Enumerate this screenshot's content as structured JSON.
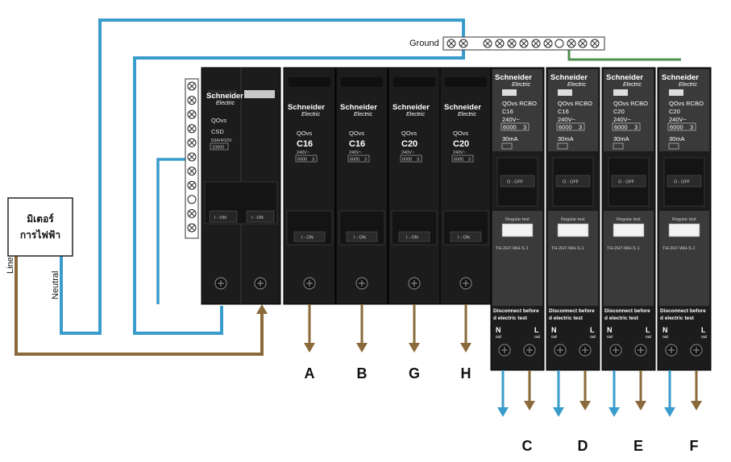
{
  "meter": {
    "line1": "มิเตอร์",
    "line2": "การไฟฟ้า"
  },
  "wire_labels": {
    "line": "Line",
    "neutral": "Neutral",
    "ground": "Ground"
  },
  "main_breaker": {
    "brand": "Schneider",
    "brand_sub": "Electric",
    "model": "QOᴠs",
    "type": "CSD",
    "spec": "63A/4/10V",
    "code": "10000",
    "toggle_labels": [
      "I - ON",
      "I - ON"
    ]
  },
  "breakers": [
    {
      "brand": "Schneider",
      "brand_sub": "Electric",
      "model": "QOvs",
      "rating": "C16",
      "voltage": "240V~",
      "capacity": "6000",
      "class": "3",
      "toggle": "I - ON",
      "output": "A"
    },
    {
      "brand": "Schneider",
      "brand_sub": "Electric",
      "model": "QOvs",
      "rating": "C16",
      "voltage": "240V~",
      "capacity": "6000",
      "class": "3",
      "toggle": "I - ON",
      "output": "B"
    },
    {
      "brand": "Schneider",
      "brand_sub": "Electric",
      "model": "QOvs",
      "rating": "C20",
      "voltage": "240V~",
      "capacity": "6000",
      "class": "3",
      "toggle": "I - ON",
      "output": "G"
    },
    {
      "brand": "Schneider",
      "brand_sub": "Electric",
      "model": "QOvs",
      "rating": "C20",
      "voltage": "240V~",
      "capacity": "6000",
      "class": "3",
      "toggle": "I - ON",
      "output": "H"
    }
  ],
  "rcbos": [
    {
      "brand": "Schneider",
      "brand_sub": "Electric",
      "model": "QOvs RCBO",
      "rating": "C16",
      "voltage": "240V~",
      "capacity": "6000",
      "class": "3",
      "sensitivity": "30mA",
      "toggle": "O - OFF",
      "test": "Regular test",
      "code": "TH-2H7-WH-S-1",
      "warning_line1": "Disconnect before",
      "warning_line2": "d electric test",
      "n_label": "N",
      "l_label": "L",
      "n_sub": "out",
      "l_sub": "out",
      "output": "C"
    },
    {
      "brand": "Schneider",
      "brand_sub": "Electric",
      "model": "QOvs RCBO",
      "rating": "C16",
      "voltage": "240V~",
      "capacity": "6000",
      "class": "3",
      "sensitivity": "30mA",
      "toggle": "O - OFF",
      "test": "Regular test",
      "code": "TH-2H7-WH-S-1",
      "warning_line1": "Disconnect before",
      "warning_line2": "d electric test",
      "n_label": "N",
      "l_label": "L",
      "n_sub": "out",
      "l_sub": "out",
      "output": "D"
    },
    {
      "brand": "Schneider",
      "brand_sub": "Electric",
      "model": "QOvs RCBO",
      "rating": "C20",
      "voltage": "240V~",
      "capacity": "6000",
      "class": "3",
      "sensitivity": "30mA",
      "toggle": "O - OFF",
      "test": "Regular test",
      "code": "TH-2H7-WH-S-1",
      "warning_line1": "Disconnect before",
      "warning_line2": "d electric test",
      "n_label": "N",
      "l_label": "L",
      "n_sub": "out",
      "l_sub": "out",
      "output": "E"
    },
    {
      "brand": "Schneider",
      "brand_sub": "Electric",
      "model": "QOvs RCBO",
      "rating": "C20",
      "voltage": "240V~",
      "capacity": "6000",
      "class": "3",
      "sensitivity": "30mA",
      "toggle": "O - OFF",
      "test": "Regular test",
      "code": "TH-2H7-WH-S-1",
      "warning_line1": "Disconnect before",
      "warning_line2": "d electric test",
      "n_label": "N",
      "l_label": "L",
      "n_sub": "out",
      "l_sub": "out",
      "output": "F"
    }
  ],
  "colors": {
    "neutral_wire": "#3a9ccc",
    "line_wire": "#8a6a3a",
    "ground_wire": "#4f8f4f",
    "breaker_body": "#1c1c1c",
    "rcbo_face": "#3a3a3a"
  }
}
